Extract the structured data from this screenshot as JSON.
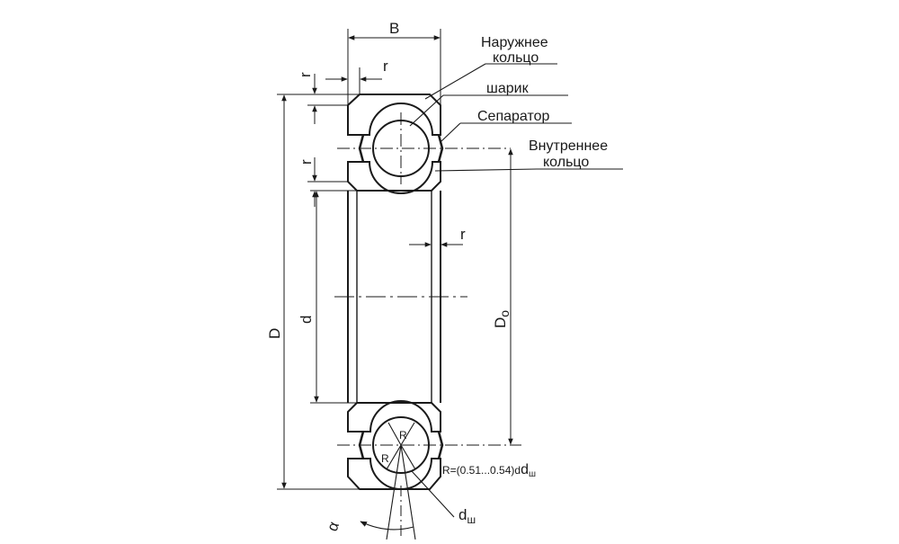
{
  "labels": {
    "outer_ring_1": "Наружнее",
    "outer_ring_2": "кольцо",
    "ball": "шарик",
    "separator": "Сепаратор",
    "inner_ring_1": "Внутреннее",
    "inner_ring_2": "кольцо"
  },
  "dims": {
    "B": "B",
    "D": "D",
    "d": "d",
    "D0_main": "D",
    "D0_sub": "o",
    "r": "r",
    "R": "R",
    "alpha": "α",
    "dsh_main": "d",
    "dsh_sub": "ш",
    "formula_main": "R=(0.51...0.54)d",
    "formula_sub": "ш"
  },
  "colors": {
    "ink": "#1a1a1a",
    "background": "#ffffff"
  }
}
